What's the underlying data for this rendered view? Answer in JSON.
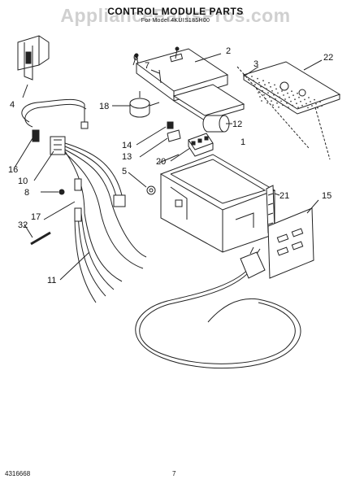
{
  "header": {
    "title": "CONTROL MODULE PARTS",
    "subtitle": "For Model 4KUIS185H00",
    "watermark": "AppliancePartsPros.com"
  },
  "callouts": [
    "1",
    "2",
    "3",
    "4",
    "5",
    "6",
    "7",
    "8",
    "10",
    "11",
    "12",
    "13",
    "14",
    "15",
    "16",
    "17",
    "18",
    "20",
    "21",
    "22",
    "32"
  ],
  "footer": {
    "doc_number": "4316668",
    "page_number": "7"
  }
}
